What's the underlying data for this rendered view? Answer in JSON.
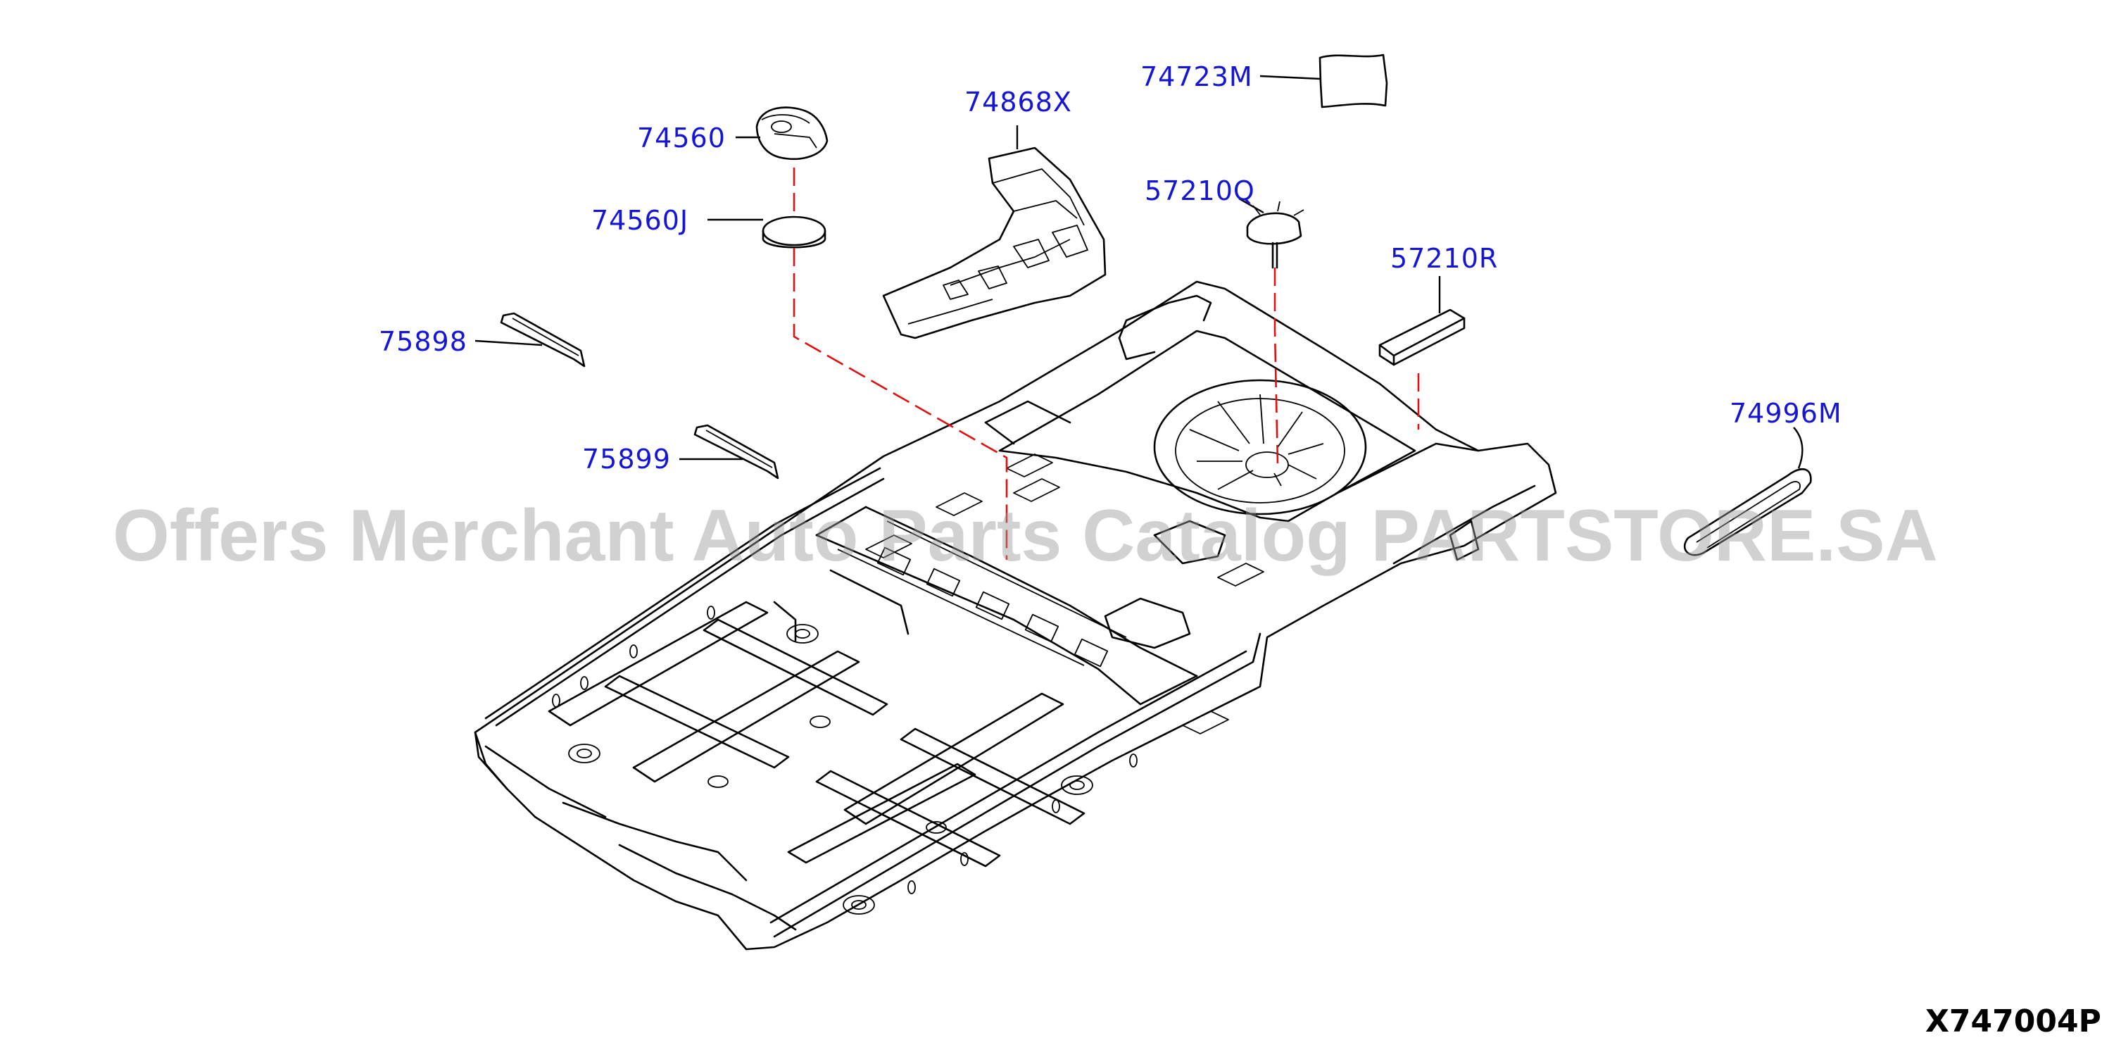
{
  "diagram_code": "X747004P",
  "watermark": "Offers Merchant Auto Parts Catalog PARTSTORE.SA",
  "parts": [
    {
      "id": "74723M",
      "label": "74723M"
    },
    {
      "id": "74868X",
      "label": "74868X"
    },
    {
      "id": "74560",
      "label": "74560"
    },
    {
      "id": "74560J",
      "label": "74560J"
    },
    {
      "id": "57210Q",
      "label": "57210Q"
    },
    {
      "id": "57210R",
      "label": "57210R"
    },
    {
      "id": "75898",
      "label": "75898"
    },
    {
      "id": "75899",
      "label": "75899"
    },
    {
      "id": "74996M",
      "label": "74996M"
    }
  ],
  "colors": {
    "label": "#1515d4",
    "dashed_leader": "#e01010",
    "line": "#000000",
    "watermark": "#9a9a9a"
  }
}
